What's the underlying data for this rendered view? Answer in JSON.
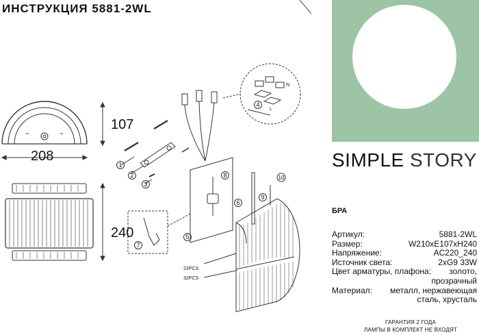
{
  "doc": {
    "title": "ИНСТРУКЦИЯ 5881-2WL"
  },
  "dimensions": {
    "width": "208",
    "depth": "107",
    "height": "240"
  },
  "callouts": [
    "1",
    "2",
    "3",
    "4",
    "5",
    "6",
    "7",
    "8",
    "9",
    "10"
  ],
  "wiring": {
    "L": "L",
    "N": "N"
  },
  "part_counts": {
    "small": "22PCS",
    "large": "32PCS"
  },
  "brand": {
    "word1": "SIMPLE",
    "word2": "STORY"
  },
  "product": {
    "type": "БРА"
  },
  "specs": [
    {
      "label": "Артикул:",
      "value": "5881-2WL"
    },
    {
      "label": "Размер:",
      "value": "W210xE107xH240"
    },
    {
      "label": "Напряжение:",
      "value": "AC220_240"
    },
    {
      "label": "Источник света:",
      "value": "2xG9 33W"
    },
    {
      "label": "Цвет арматуры, плафона:",
      "value": "золото,"
    }
  ],
  "spec_color_cont": "прозрачный",
  "spec_material": {
    "label": "Материал:",
    "value": "металл, нержавеющая"
  },
  "spec_material_cont": "сталь, хрусталь",
  "footer": {
    "line1": "ГАРАНТИЯ 2 ГОДА",
    "line2": "ЛАМПЫ В КОМПЛЕКТ НЕ ВХОДЯТ"
  },
  "colors": {
    "panel": "#9ec4a6",
    "orb": "#ffffff",
    "line": "#333333"
  }
}
